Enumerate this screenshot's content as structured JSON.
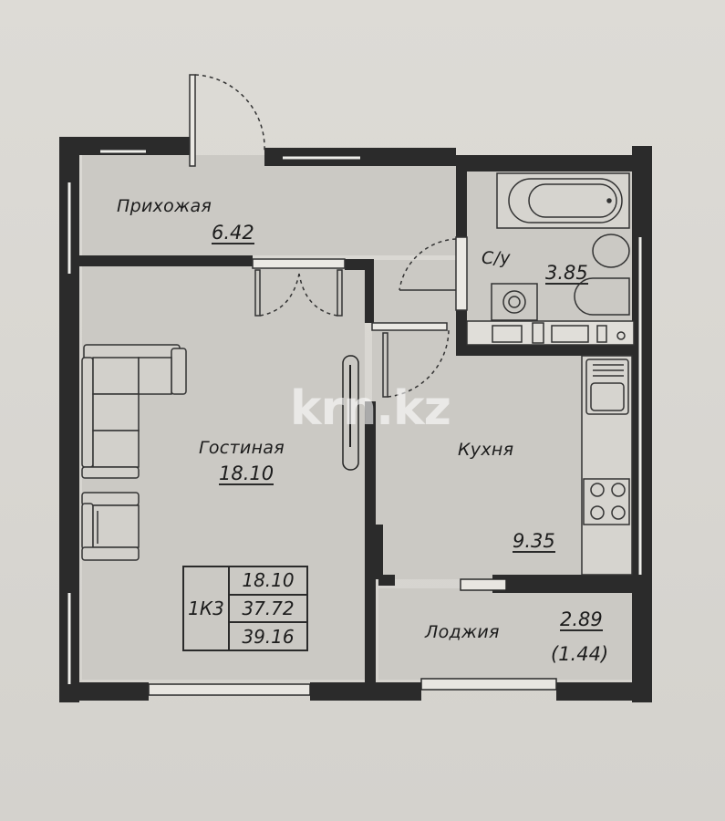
{
  "plan": {
    "rooms": [
      {
        "id": "hallway",
        "name": "Прихожая",
        "area": "6.42"
      },
      {
        "id": "bathroom",
        "name": "С/у",
        "area": "3.85"
      },
      {
        "id": "living",
        "name": "Гостиная",
        "area": "18.10"
      },
      {
        "id": "kitchen",
        "name": "Кухня",
        "area": "9.35"
      },
      {
        "id": "loggia",
        "name": "Лоджия",
        "area": "2.89",
        "reduced_area": "(1.44)"
      }
    ],
    "summary": {
      "type": "1К3",
      "living_area": "18.10",
      "total_area": "37.72",
      "total_with_loggia": "39.16"
    },
    "watermark": "krn.kz"
  },
  "colors": {
    "wall": "#2b2b2b",
    "floor": "#cfcdc8",
    "background": "#dddbd6"
  }
}
